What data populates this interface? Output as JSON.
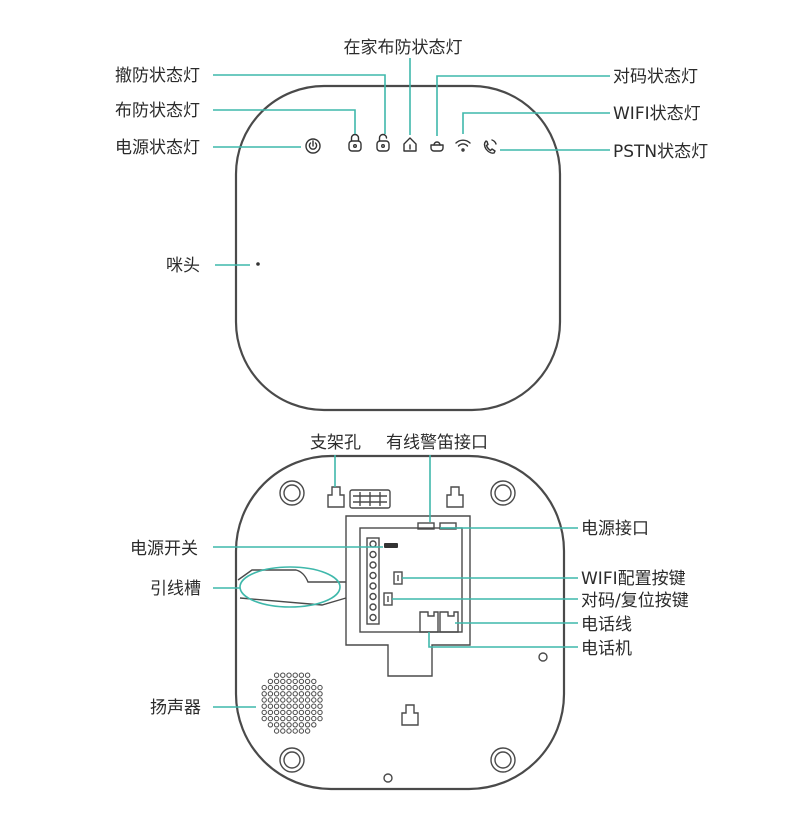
{
  "colors": {
    "leader": "#3fb8ab",
    "outline": "#4a4a4a",
    "text": "#2b2b2b"
  },
  "front": {
    "labels": {
      "home_arm": "在家布防状态灯",
      "disarm": "撤防状态灯",
      "arm": "布防状态灯",
      "power": "电源状态灯",
      "pairing": "对码状态灯",
      "wifi": "WIFI状态灯",
      "pstn": "PSTN状态灯",
      "mic": "咪头"
    },
    "icons": [
      "power-icon",
      "lock-icon",
      "unlock-icon",
      "home-icon",
      "pairing-icon",
      "wifi-icon",
      "phone-icon"
    ]
  },
  "back": {
    "labels": {
      "bracket_hole": "支架孔",
      "siren_port": "有线警笛接口",
      "power_port": "电源接口",
      "power_switch": "电源开关",
      "cable_slot": "引线槽",
      "wifi_button": "WIFI配置按键",
      "pair_reset_button": "对码/复位按键",
      "phone_line": "电话线",
      "phone": "电话机",
      "speaker": "扬声器"
    }
  }
}
